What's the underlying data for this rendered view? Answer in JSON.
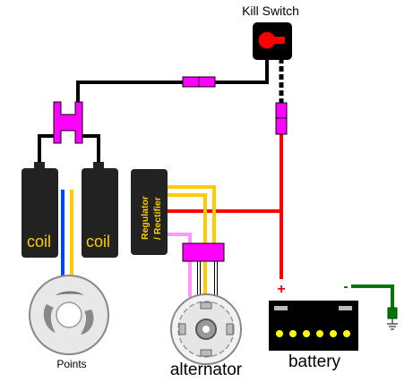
{
  "labels": {
    "kill_switch": "Kill Switch",
    "coil_left": "coil",
    "coil_right": "coil",
    "regulator_line1": "Regulator",
    "regulator_line2": "/ Rectifier",
    "points": "Points",
    "alternator": "alternator",
    "battery": "battery",
    "positive": "+",
    "negative": "-"
  },
  "colors": {
    "black_wire": "#000000",
    "red_wire": "#ff0000",
    "blue_wire": "#0044ff",
    "yellow_wire": "#ffcc00",
    "pink_wire": "#ff99ff",
    "white_wire": "#ffffff",
    "green_wire": "#007700",
    "connector": "#ff00ff",
    "component": "#222222",
    "component_text": "#ffcc00",
    "switch_button": "#ff0000",
    "battery_terminals": "#ffff00"
  },
  "icons": {
    "ground": "ground-icon",
    "battery_terminals_count": 6
  }
}
